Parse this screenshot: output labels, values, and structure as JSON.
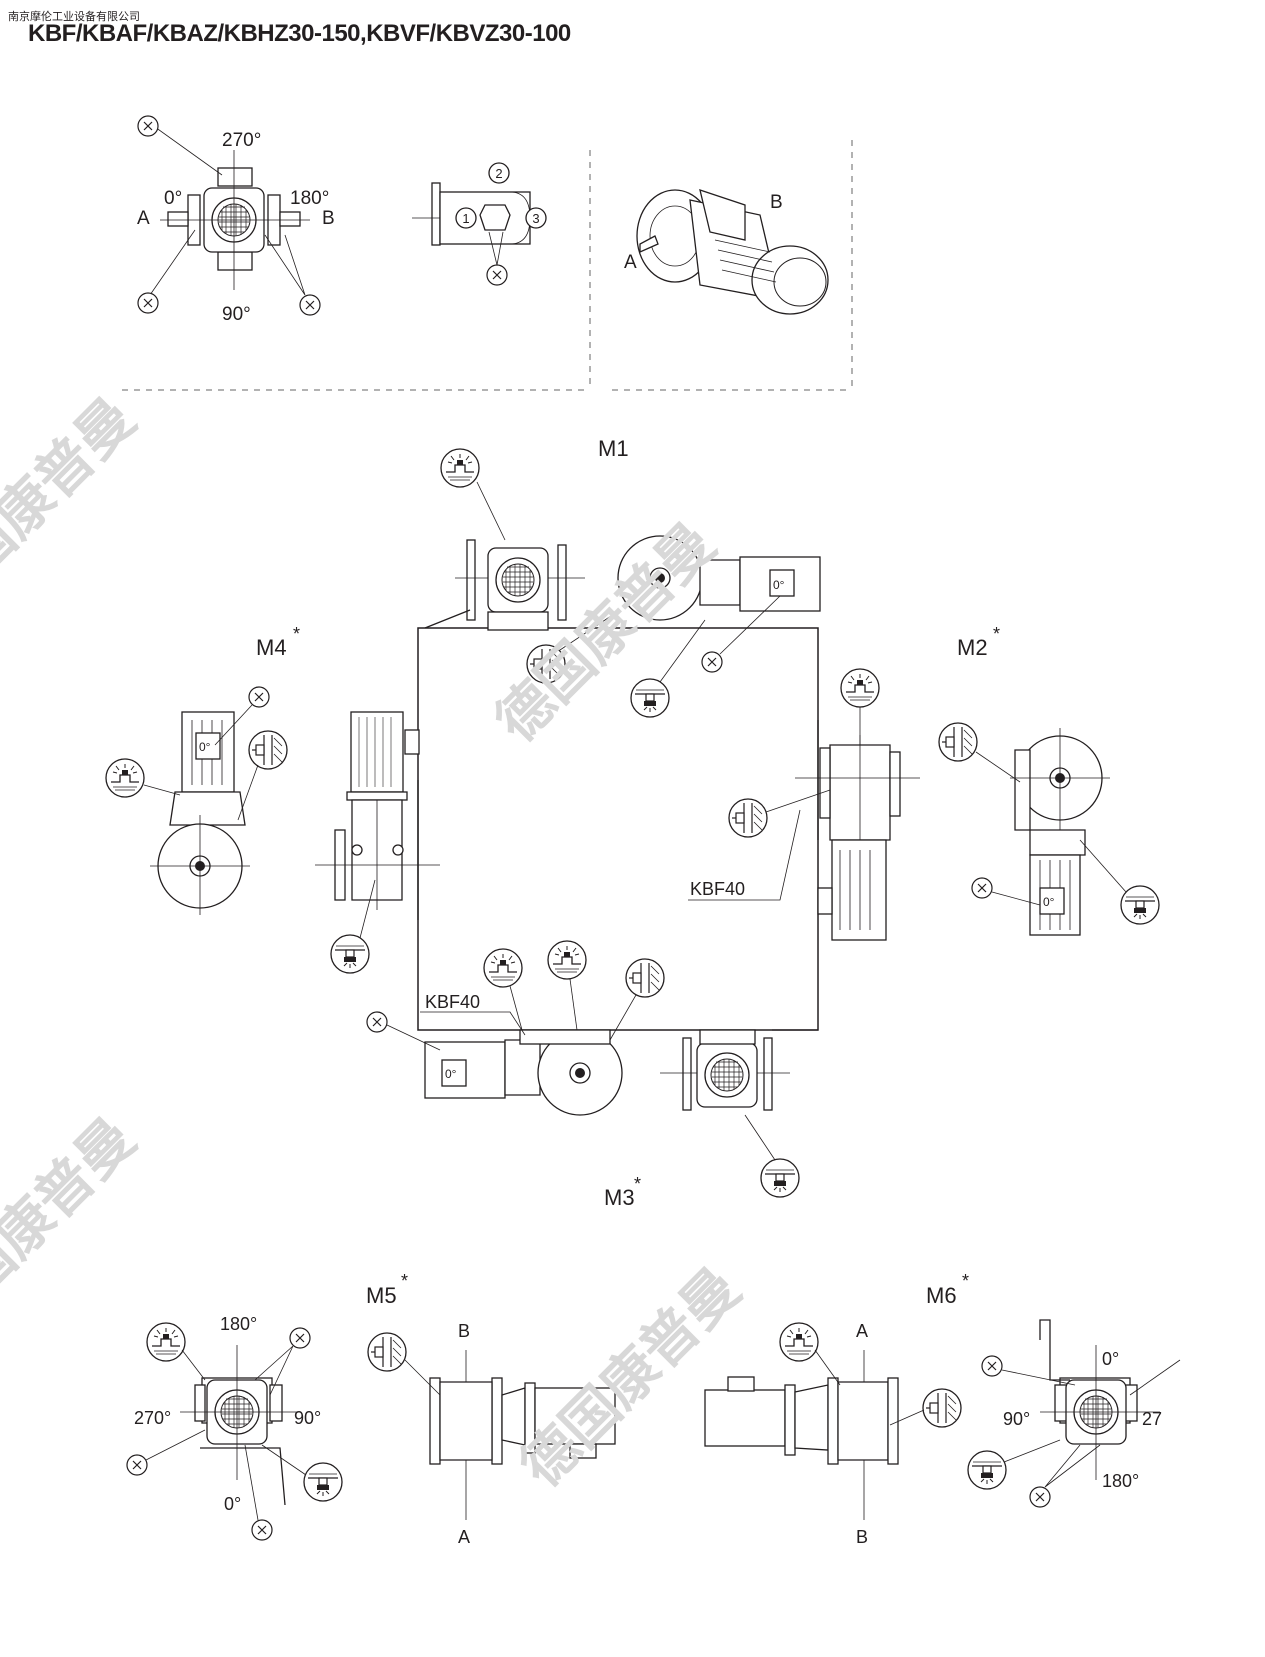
{
  "header": {
    "company": "南京摩伦工业设备有限公司",
    "title": "KBF/KBAF/KBAZ/KBHZ30-150,KBVF/KBVZ30-100"
  },
  "watermark": "德国康普曼",
  "legend": {
    "positions": {
      "top": "270°",
      "left": "0°",
      "right": "180°",
      "bottom": "90°"
    },
    "side_a": "A",
    "side_b": "B",
    "x_marker": "X",
    "face_numbers": [
      "1",
      "2",
      "3"
    ]
  },
  "mounting": {
    "m1": {
      "label": "M1"
    },
    "m2": {
      "label": "M2",
      "star": "*"
    },
    "m3": {
      "label": "M3",
      "star": "*"
    },
    "m4": {
      "label": "M4",
      "star": "*"
    },
    "m5": {
      "label": "M5",
      "star": "*",
      "top": "B",
      "bottom": "A",
      "angles": {
        "top": "180°",
        "left": "270°",
        "right": "90°",
        "bottom": "0°"
      }
    },
    "m6": {
      "label": "M6",
      "star": "*",
      "top": "A",
      "bottom": "B",
      "angles": {
        "top": "0°",
        "left": "90°",
        "right": "27",
        "bottom": "180°"
      }
    }
  },
  "model_notes": {
    "kbf40_right": "KBF40",
    "kbf40_bottom": "KBF40"
  },
  "terminal_box_angle": "0°",
  "icons": [
    "breather-icon",
    "level-plug-icon",
    "drain-plug-icon",
    "x-marker-icon"
  ]
}
